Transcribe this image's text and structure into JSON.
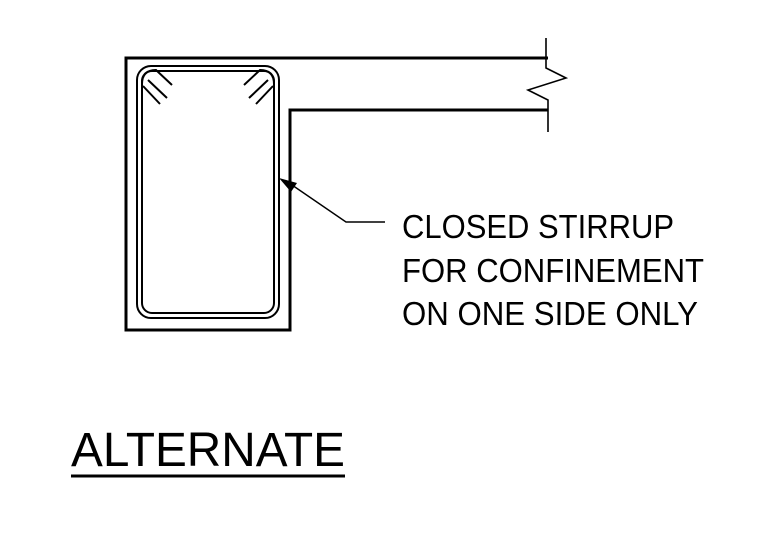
{
  "detail": {
    "callout": {
      "lines": [
        "CLOSED STIRRUP",
        "FOR CONFINEMENT",
        "ON ONE SIDE ONLY"
      ]
    },
    "title": "ALTERNATE"
  },
  "colors": {
    "line": "#000000",
    "background": "#ffffff"
  }
}
